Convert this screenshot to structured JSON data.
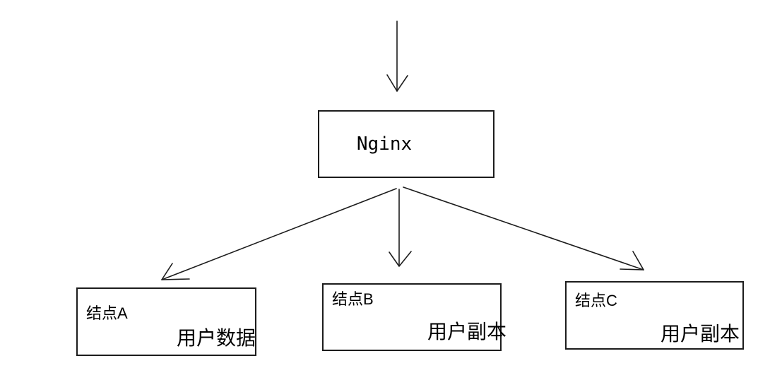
{
  "diagram": {
    "type": "flowchart",
    "background_color": "#ffffff",
    "stroke_color": "#1c1c1c",
    "text_color": "#000000",
    "root": {
      "label": "Nginx"
    },
    "nodes": [
      {
        "id": "A",
        "title": "结点A",
        "annotation": "用户数据"
      },
      {
        "id": "B",
        "title": "结点B",
        "annotation": "用户副本"
      },
      {
        "id": "C",
        "title": "结点C",
        "annotation": "用户副本"
      }
    ],
    "edges": [
      {
        "from": "",
        "to": "Nginx",
        "style": "arrow-down-into-root"
      },
      {
        "from": "Nginx",
        "to": "结点A",
        "style": "arrow-diagonal-left"
      },
      {
        "from": "Nginx",
        "to": "结点B",
        "style": "arrow-straight-down"
      },
      {
        "from": "Nginx",
        "to": "结点C",
        "style": "arrow-diagonal-right"
      }
    ]
  }
}
